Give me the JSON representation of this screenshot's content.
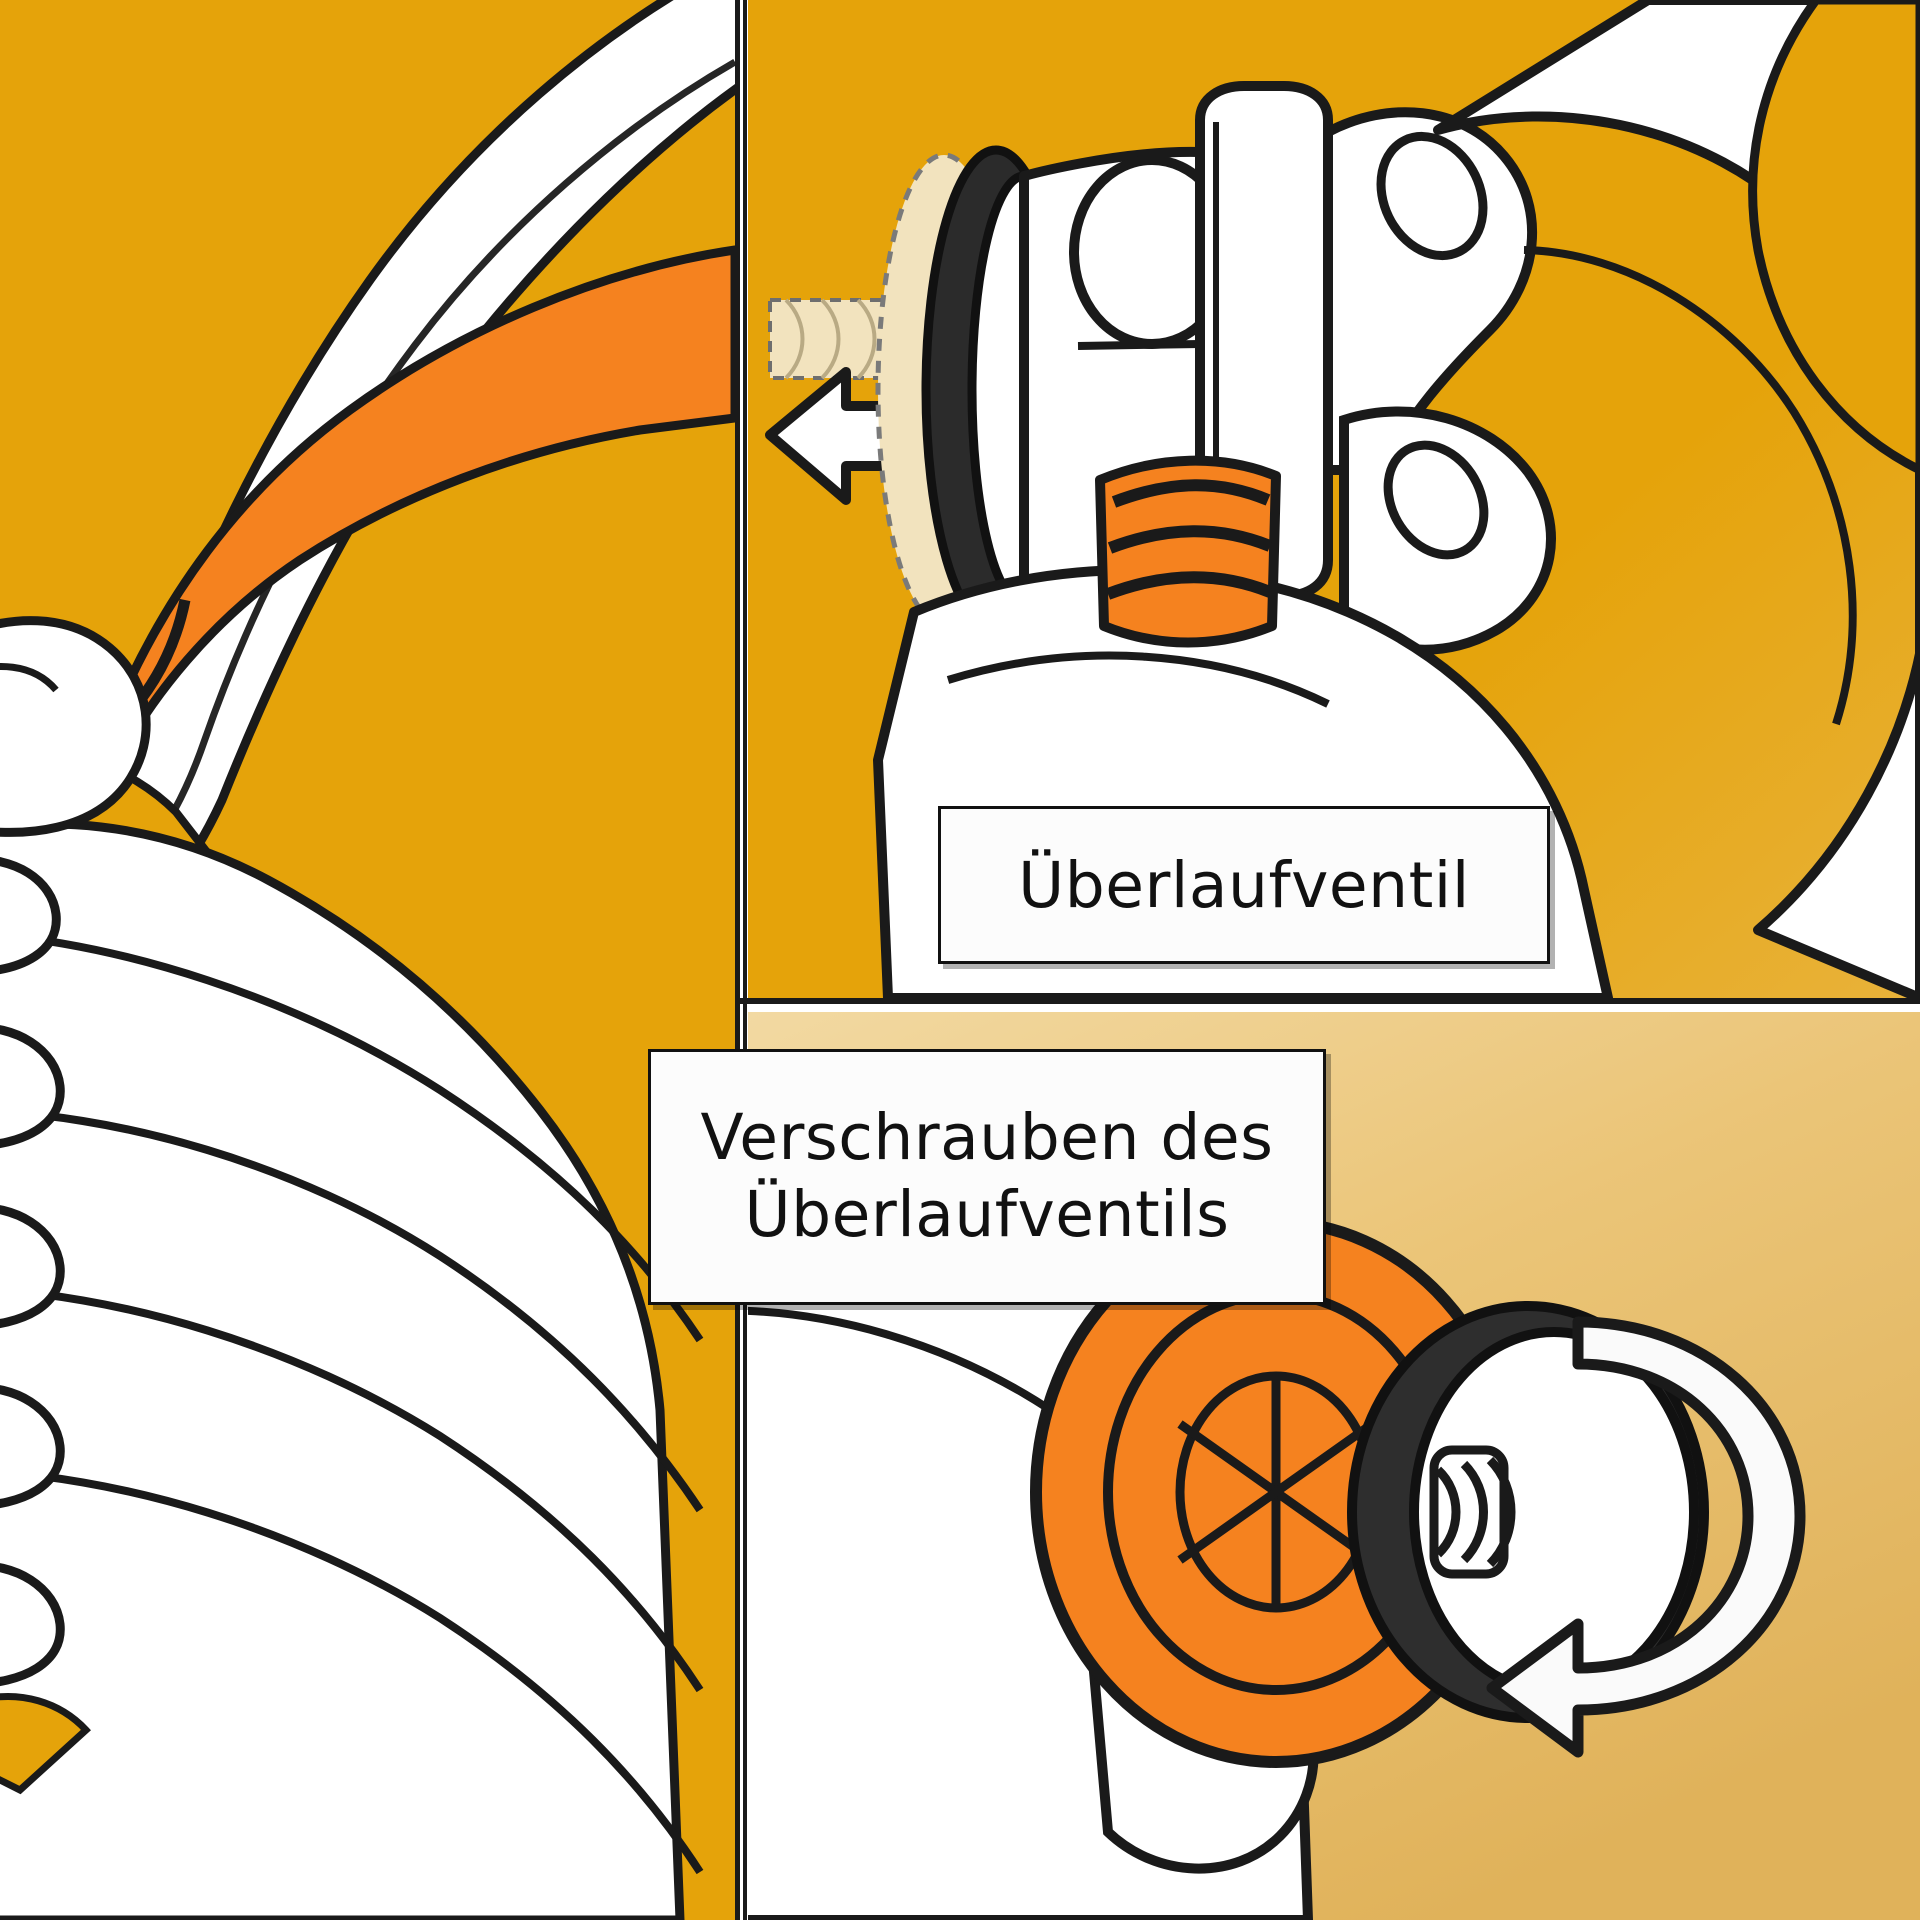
{
  "document": {
    "kind": "technical-instruction-illustration",
    "language": "de",
    "panel_count": 3
  },
  "colors": {
    "background_gold": "#E5A30A",
    "background_tan": "#EBC578",
    "hose_orange": "#F5821F",
    "outline_black": "#1A1A1A",
    "fill_white": "#FFFFFF",
    "thread_cream": "#F2E3BE",
    "seal_dark": "#3A3A3A"
  },
  "panels": {
    "left": {
      "name": "corrugated-hose-and-hands",
      "background": "#E5A30A",
      "elements": [
        "white-hose-loop",
        "orange-corrugated-hose",
        "hand-holding-hose",
        "fingers"
      ]
    },
    "top_right": {
      "name": "overflow-valve-insertion",
      "background": "#E5A30A",
      "elements": [
        "hidden-thread-shaft",
        "direction-arrow-left",
        "sealing-ring",
        "valve-body",
        "hand-gripping-valve",
        "orange-hose-end"
      ]
    },
    "bottom_right": {
      "name": "screwing-the-overflow-valve",
      "background": "#EBC578",
      "elements": [
        "hand-turning-valve",
        "orange-valve-wheel",
        "rotation-arrow-circular",
        "valve-spindle"
      ]
    }
  },
  "callouts": [
    {
      "id": "callout-ueberlaufventil",
      "text": "Überlaufventil",
      "panel": "top_right",
      "points_to": "valve-body"
    },
    {
      "id": "callout-verschrauben",
      "line_1": "Verschrauben des",
      "line_2": "Überlaufventils",
      "panel": "bottom_right",
      "points_to": "orange-valve-wheel"
    }
  ],
  "arrows": [
    {
      "id": "arrow-insert-left",
      "direction": "left",
      "meaning": "push-valve-into-hose",
      "panel": "top_right"
    },
    {
      "id": "arrow-rotate-clockwise",
      "direction": "clockwise",
      "meaning": "screw-tighten",
      "panel": "bottom_right"
    }
  ]
}
